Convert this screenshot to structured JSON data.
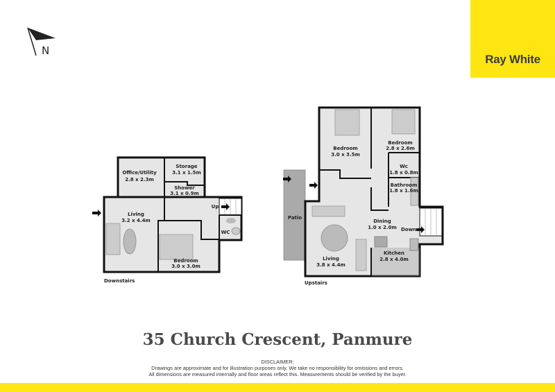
{
  "brand": {
    "name": "Ray White",
    "color": "#ffe512"
  },
  "compass": {
    "label": "N"
  },
  "downstairs": {
    "label": "Downstairs",
    "rooms": [
      {
        "name": "Office/Utility",
        "size": "2.8 x 2.3m"
      },
      {
        "name": "Storage",
        "size": "3.1 x 1.5m"
      },
      {
        "name": "Shower",
        "size": "3.1 x 0.9m"
      },
      {
        "name": "Living",
        "size": "3.2 x 4.4m"
      },
      {
        "name": "Bedroom",
        "size": "3.0 x 3.0m"
      },
      {
        "name": "WC",
        "size": ""
      }
    ],
    "stair_label": "Up"
  },
  "upstairs": {
    "label": "Upstairs",
    "rooms": [
      {
        "name": "Bedroom",
        "size": "3.0 x 3.5m"
      },
      {
        "name": "Bedroom",
        "size": "2.8 x 2.6m"
      },
      {
        "name": "Wc",
        "size": "1.8 x 0.8m"
      },
      {
        "name": "Bathroom",
        "size": "1.8 x 1.6m"
      },
      {
        "name": "Dining",
        "size": "1.0 x 2.0m"
      },
      {
        "name": "Kitchen",
        "size": "2.8 x 4.0m"
      },
      {
        "name": "Living",
        "size": "3.8 x 4.4m"
      },
      {
        "name": "Patio",
        "size": ""
      }
    ],
    "stair_label": "Down"
  },
  "address": "35 Church Crescent, Panmure",
  "disclaimer": {
    "heading": "DISCLAIMER:",
    "line1": "Drawings are approximate and for illustration purposes only. We take no responsibility for omissions and errors.",
    "line2": "All dimensions are measured internally and floor areas reflect this. Measurements should be verified by the buyer."
  }
}
